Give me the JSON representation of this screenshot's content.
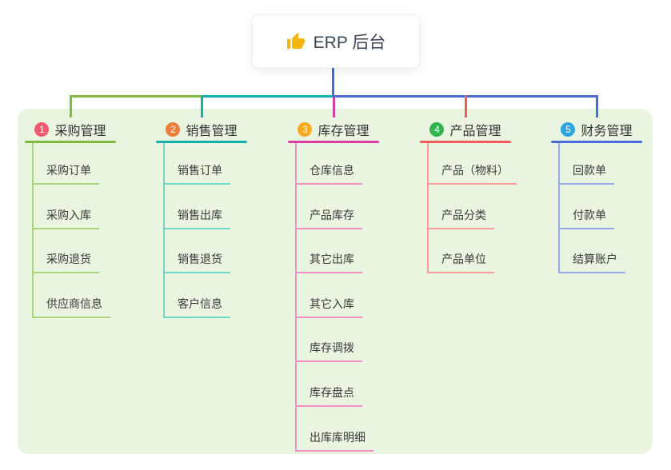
{
  "root": {
    "label": "ERP 后台",
    "icon": "thumbs-up"
  },
  "colors": {
    "canvas_bg": "#ffffff",
    "panel_bg": "#e9f5e1",
    "root_connector": "#4a6bd8",
    "root_text": "#3c4657",
    "topic_text": "#333333",
    "child_text": "#3a3a3a",
    "badge_text": "#ffffff",
    "thumb_icon": "#f5b50f"
  },
  "branches": [
    {
      "index": "1",
      "label": "采购管理",
      "badge_color": "#f05c6e",
      "line_color": "#82ba40",
      "child_line_color": "#abd57d",
      "children": [
        "采购订单",
        "采购入库",
        "采购退货",
        "供应商信息"
      ]
    },
    {
      "index": "2",
      "label": "销售管理",
      "badge_color": "#ee7e38",
      "line_color": "#14b1ab",
      "child_line_color": "#72d6cb",
      "children": [
        "销售订单",
        "销售出库",
        "销售退货",
        "客户信息"
      ]
    },
    {
      "index": "3",
      "label": "库存管理",
      "badge_color": "#f7ab1c",
      "line_color": "#d83fa2",
      "child_line_color": "#f090c5",
      "children": [
        "仓库信息",
        "产品库存",
        "其它出库",
        "其它入库",
        "库存调拨",
        "库存盘点",
        "出库库明细"
      ]
    },
    {
      "index": "4",
      "label": "产品管理",
      "badge_color": "#2fb44e",
      "line_color": "#f15b5b",
      "child_line_color": "#f5a09b",
      "children": [
        "产品（物料）",
        "产品分类",
        "产品单位"
      ]
    },
    {
      "index": "5",
      "label": "财务管理",
      "badge_color": "#2aa7e1",
      "line_color": "#4a6bd8",
      "child_line_color": "#95aae8",
      "children": [
        "回款单",
        "付款单",
        "结算账户"
      ]
    }
  ]
}
